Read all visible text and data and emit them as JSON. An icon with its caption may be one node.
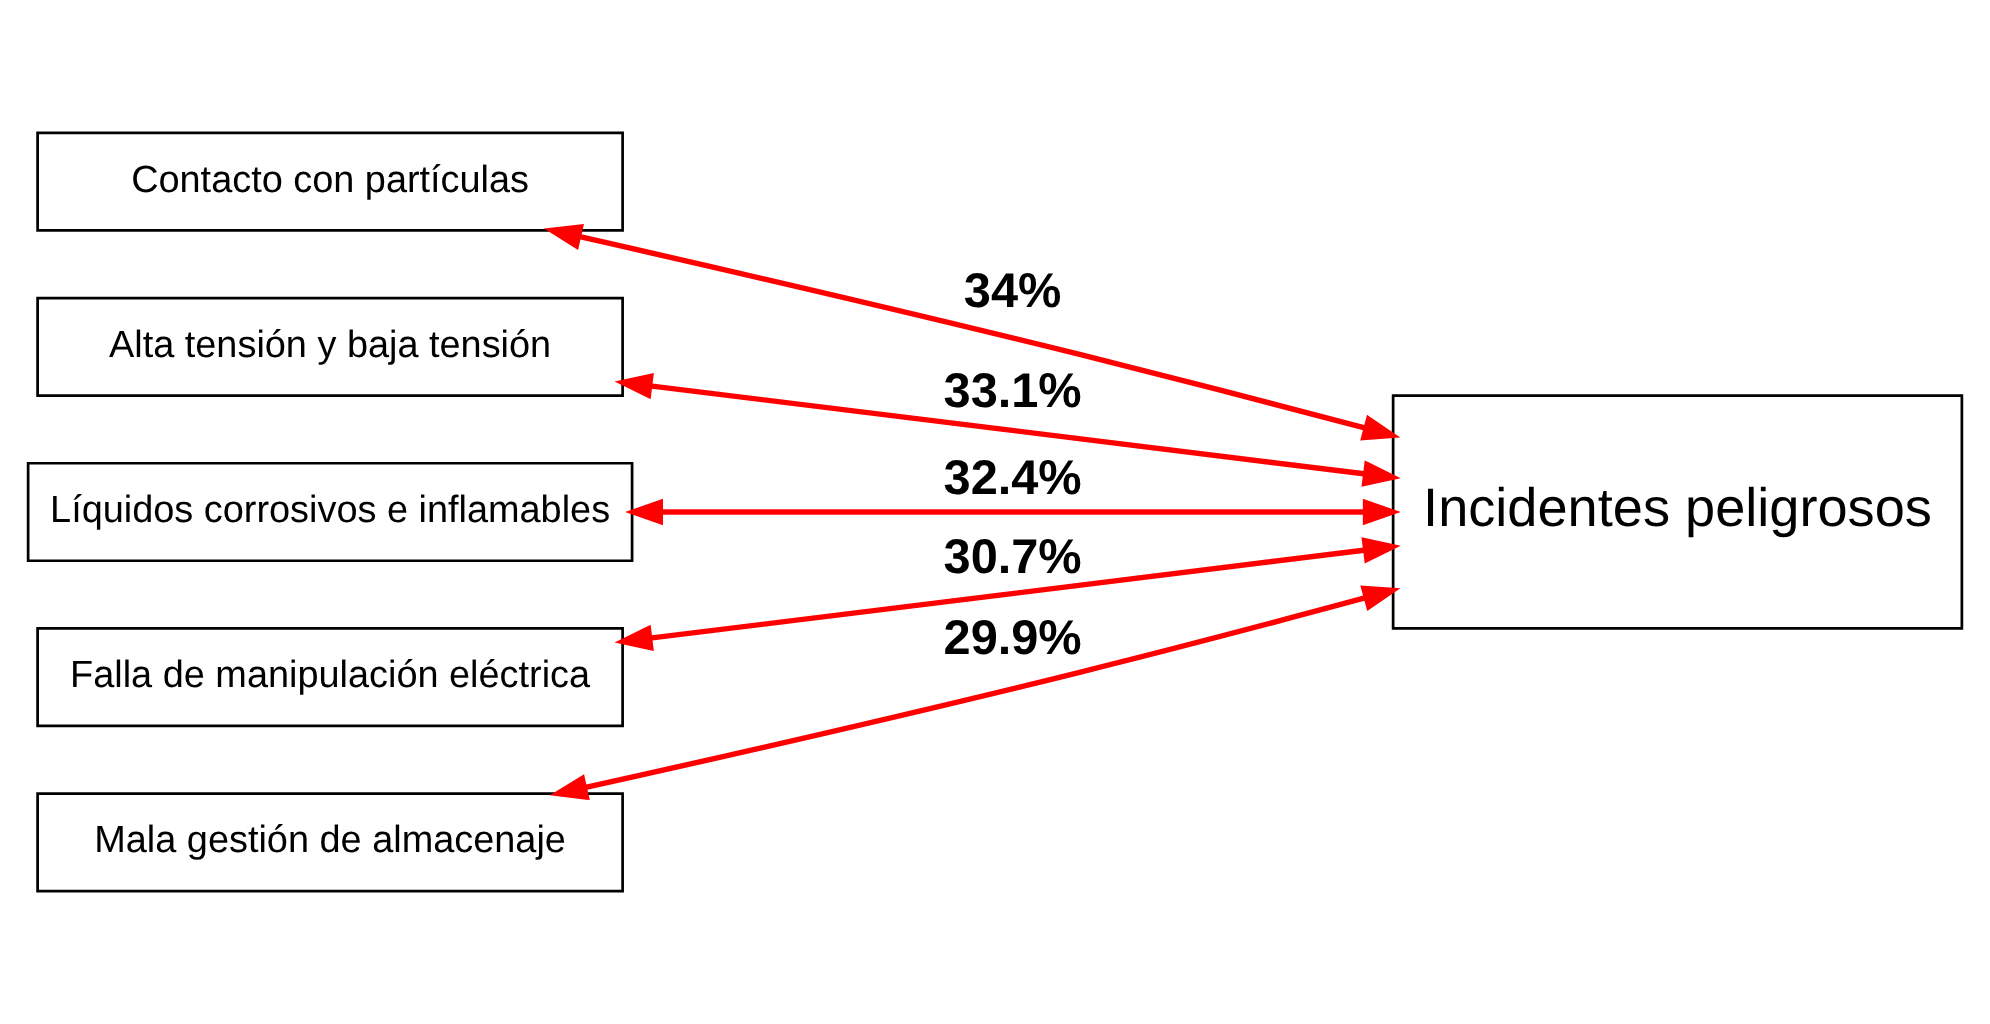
{
  "diagram": {
    "nodes": [
      {
        "text": [
          "Contacto con partículas"
        ]
      },
      {
        "text": [
          "Alta tensión y baja tensión"
        ]
      },
      {
        "text": [
          "Líquidos corrosivos e inflamables"
        ]
      },
      {
        "text": [
          "Falla de manipulación eléctrica"
        ]
      },
      {
        "text": [
          "Mala gestión de almacenaje"
        ]
      },
      {
        "text": [
          "Incidentes peligrosos"
        ]
      }
    ],
    "edges": [
      {
        "from": 5,
        "to": 0,
        "arrow": "both",
        "label": "34%",
        "color": "#ff0000"
      },
      {
        "from": 5,
        "to": 1,
        "arrow": "both",
        "label": "33.1%",
        "color": "#ff0000"
      },
      {
        "from": 5,
        "to": 2,
        "arrow": "both",
        "label": "32.4%",
        "color": "#ff0000"
      },
      {
        "from": 5,
        "to": 3,
        "arrow": "both",
        "label": "30.7%",
        "color": "#ff0000"
      },
      {
        "from": 5,
        "to": 4,
        "arrow": "both",
        "label": "29.9%",
        "color": "#ff0000"
      }
    ]
  }
}
